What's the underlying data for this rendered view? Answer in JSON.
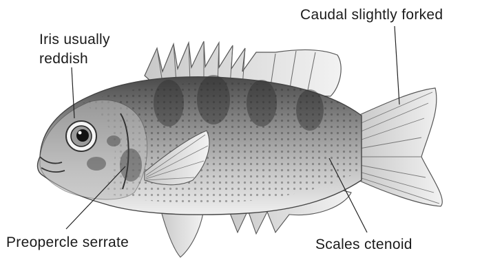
{
  "labels": {
    "iris_line1": "Iris usually",
    "iris_line2": "reddish",
    "caudal": "Caudal slightly forked",
    "preopercle": "Preopercle serrate",
    "scales": "Scales ctenoid"
  },
  "colors": {
    "text": "#1a1a1a",
    "leader_line": "#222222",
    "fish_dark": "#3a3a3a",
    "fish_mid": "#8a8a8a",
    "fish_light": "#d9d9d9"
  },
  "icons": {
    "fish": "fish-illustration"
  }
}
